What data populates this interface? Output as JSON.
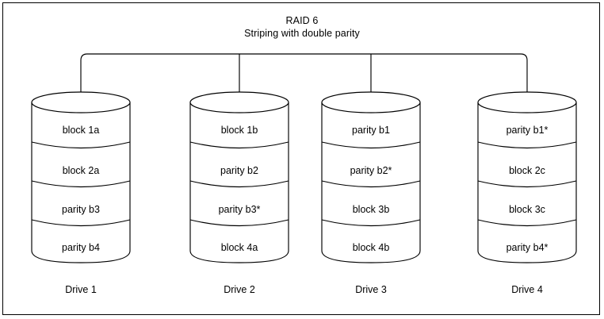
{
  "diagram": {
    "title": "RAID 6",
    "subtitle": "Striping with double parity",
    "type": "raid-array-diagram",
    "colors": {
      "stroke": "#000000",
      "fill": "#ffffff",
      "text": "#000000",
      "border": "#000000"
    },
    "connector": {
      "name": "array-bus-bracket",
      "style": "rounded-horizontal-bracket",
      "branch_count": 4
    },
    "drives": [
      {
        "label": "Drive 1",
        "blocks": [
          "block 1a",
          "block 2a",
          "parity b3",
          "parity b4"
        ]
      },
      {
        "label": "Drive 2",
        "blocks": [
          "block 1b",
          "parity b2",
          "parity b3*",
          "block 4a"
        ]
      },
      {
        "label": "Drive 3",
        "blocks": [
          "parity b1",
          "parity b2*",
          "block 3b",
          "block 4b"
        ]
      },
      {
        "label": "Drive 4",
        "blocks": [
          "parity b1*",
          "block 2c",
          "block 3c",
          "parity b4*"
        ]
      }
    ]
  }
}
